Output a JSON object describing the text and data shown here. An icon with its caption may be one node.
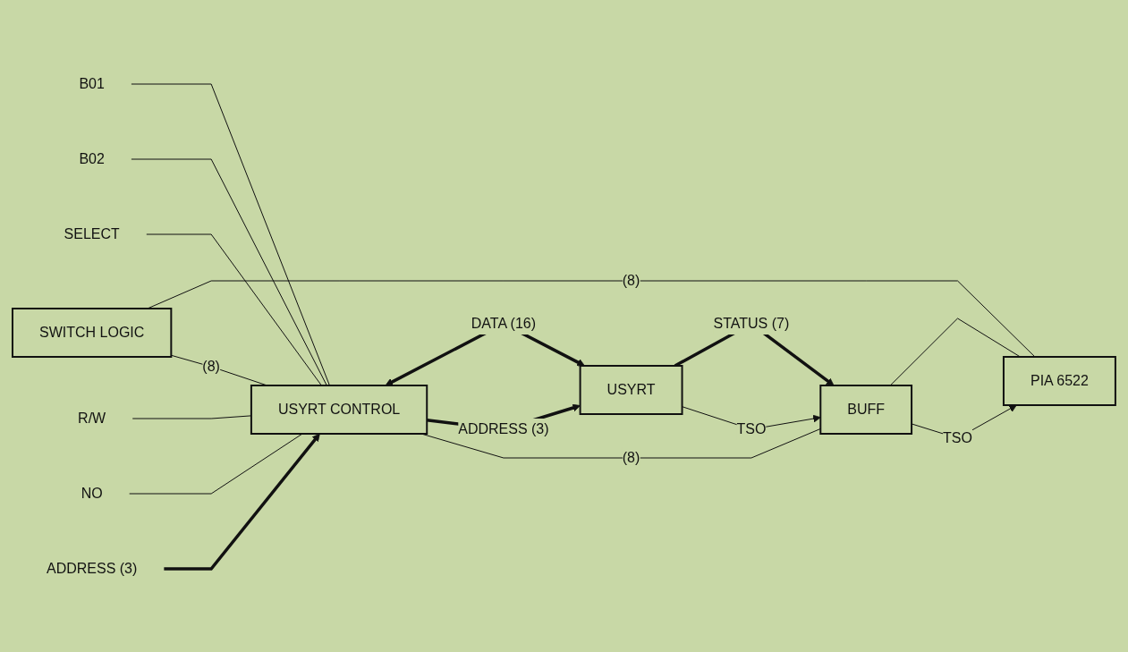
{
  "diagram": {
    "nodes": [
      {
        "text": [
          "SWITCH LOGIC"
        ]
      },
      {
        "text": [
          "B01"
        ]
      },
      {
        "text": [
          "B02"
        ]
      },
      {
        "text": [
          "SELECT"
        ]
      },
      {
        "text": [
          "R/W"
        ]
      },
      {
        "text": [
          "NO"
        ]
      },
      {
        "text": [
          "ADDRESS (3)"
        ]
      },
      {
        "text": [
          "USYRT CONTROL"
        ]
      },
      {
        "text": [
          "USYRT"
        ]
      },
      {
        "text": [
          "BUFF"
        ]
      },
      {
        "text": [
          "PIA 6522"
        ]
      }
    ],
    "edges": [
      {
        "from": 1,
        "to": 7,
        "arrow": "none"
      },
      {
        "from": 2,
        "to": 7,
        "arrow": "none"
      },
      {
        "from": 3,
        "to": 7,
        "arrow": "none"
      },
      {
        "from": 4,
        "to": 7,
        "arrow": "none"
      },
      {
        "from": 5,
        "to": 7,
        "arrow": "none"
      },
      {
        "from": 6,
        "to": 7,
        "arrow": "to",
        "style": "thick"
      },
      {
        "from": 7,
        "to": 8,
        "arrow": "both",
        "label": "DATA (16)",
        "style": "thick"
      },
      {
        "from": 7,
        "to": 8,
        "arrow": "to",
        "label": "ADDRESS (3)",
        "style": "thick"
      },
      {
        "from": 0,
        "to": 10,
        "arrow": "none",
        "label": "(8)"
      },
      {
        "from": 0,
        "to": 7,
        "arrow": "none",
        "label": "(8)"
      },
      {
        "from": 9,
        "to": 7,
        "arrow": "none",
        "label": "(8)"
      },
      {
        "from": 8,
        "to": 9,
        "arrow": "to",
        "label": "STATUS (7)",
        "style": "thick"
      },
      {
        "from": 8,
        "to": 9,
        "arrow": "to",
        "label": "TSO"
      },
      {
        "from": 9,
        "to": 10,
        "arrow": "none"
      },
      {
        "from": 9,
        "to": 10,
        "arrow": "to",
        "label": "TSO"
      }
    ]
  }
}
